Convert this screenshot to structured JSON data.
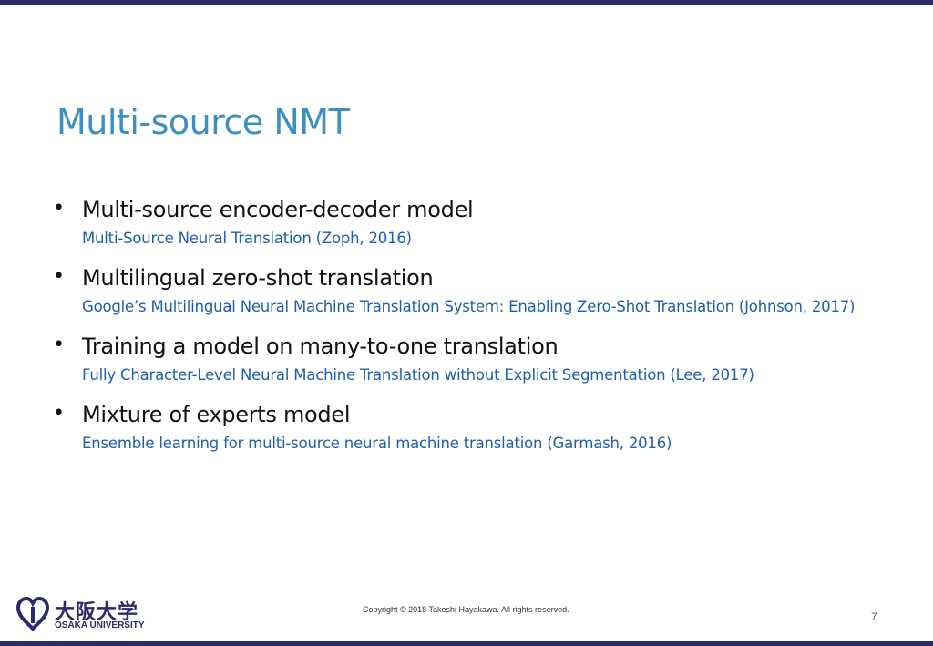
{
  "slide": {
    "title": "Multi-source NMT",
    "items": [
      {
        "heading": "Multi-source encoder-decoder model",
        "reference": "Multi-Source Neural Translation (Zoph, 2016)"
      },
      {
        "heading": "Multilingual zero-shot translation",
        "reference": "Google’s Multilingual Neural Machine Translation System: Enabling Zero-Shot Translation (Johnson, 2017)"
      },
      {
        "heading": "Training a model on many-to-one translation",
        "reference": "Fully Character-Level Neural Machine Translation without Explicit Segmentation (Lee, 2017)"
      },
      {
        "heading": "Mixture of experts model",
        "reference": "Ensemble learning for multi-source neural machine translation (Garmash, 2016)"
      }
    ]
  },
  "footer": {
    "logo_jp": "大阪大学",
    "logo_en": "OSAKA UNIVERSITY",
    "copyright": "Copyright © 2018 Takeshi Hayakawa. All rights reserved.",
    "page_number": "7"
  },
  "colors": {
    "title": "#3d8fc2",
    "reference": "#1d5fad",
    "brand_bar": "#2b2a6a"
  },
  "icons": {
    "logo_mark": "osaka-university-logo-icon"
  }
}
